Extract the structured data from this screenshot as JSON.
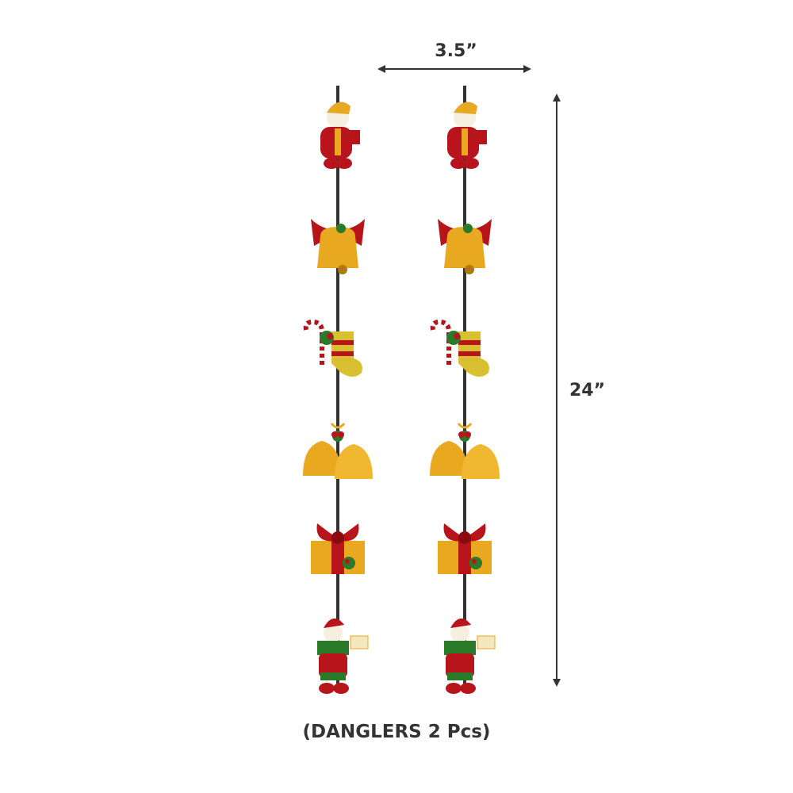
{
  "dimensions": {
    "width_label": "3.5”",
    "height_label": "24”"
  },
  "caption": "(DANGLERS 2 Pcs)",
  "strands": 2,
  "ornaments": [
    "snowman-with-gift",
    "bell-with-bow",
    "candy-cane-stocking",
    "double-bells",
    "gift-box",
    "snowman-with-sign"
  ],
  "colors": {
    "red": "#b8141c",
    "gold": "#e8a820",
    "green": "#2a7a2a",
    "string": "#333333",
    "text": "#333333"
  }
}
